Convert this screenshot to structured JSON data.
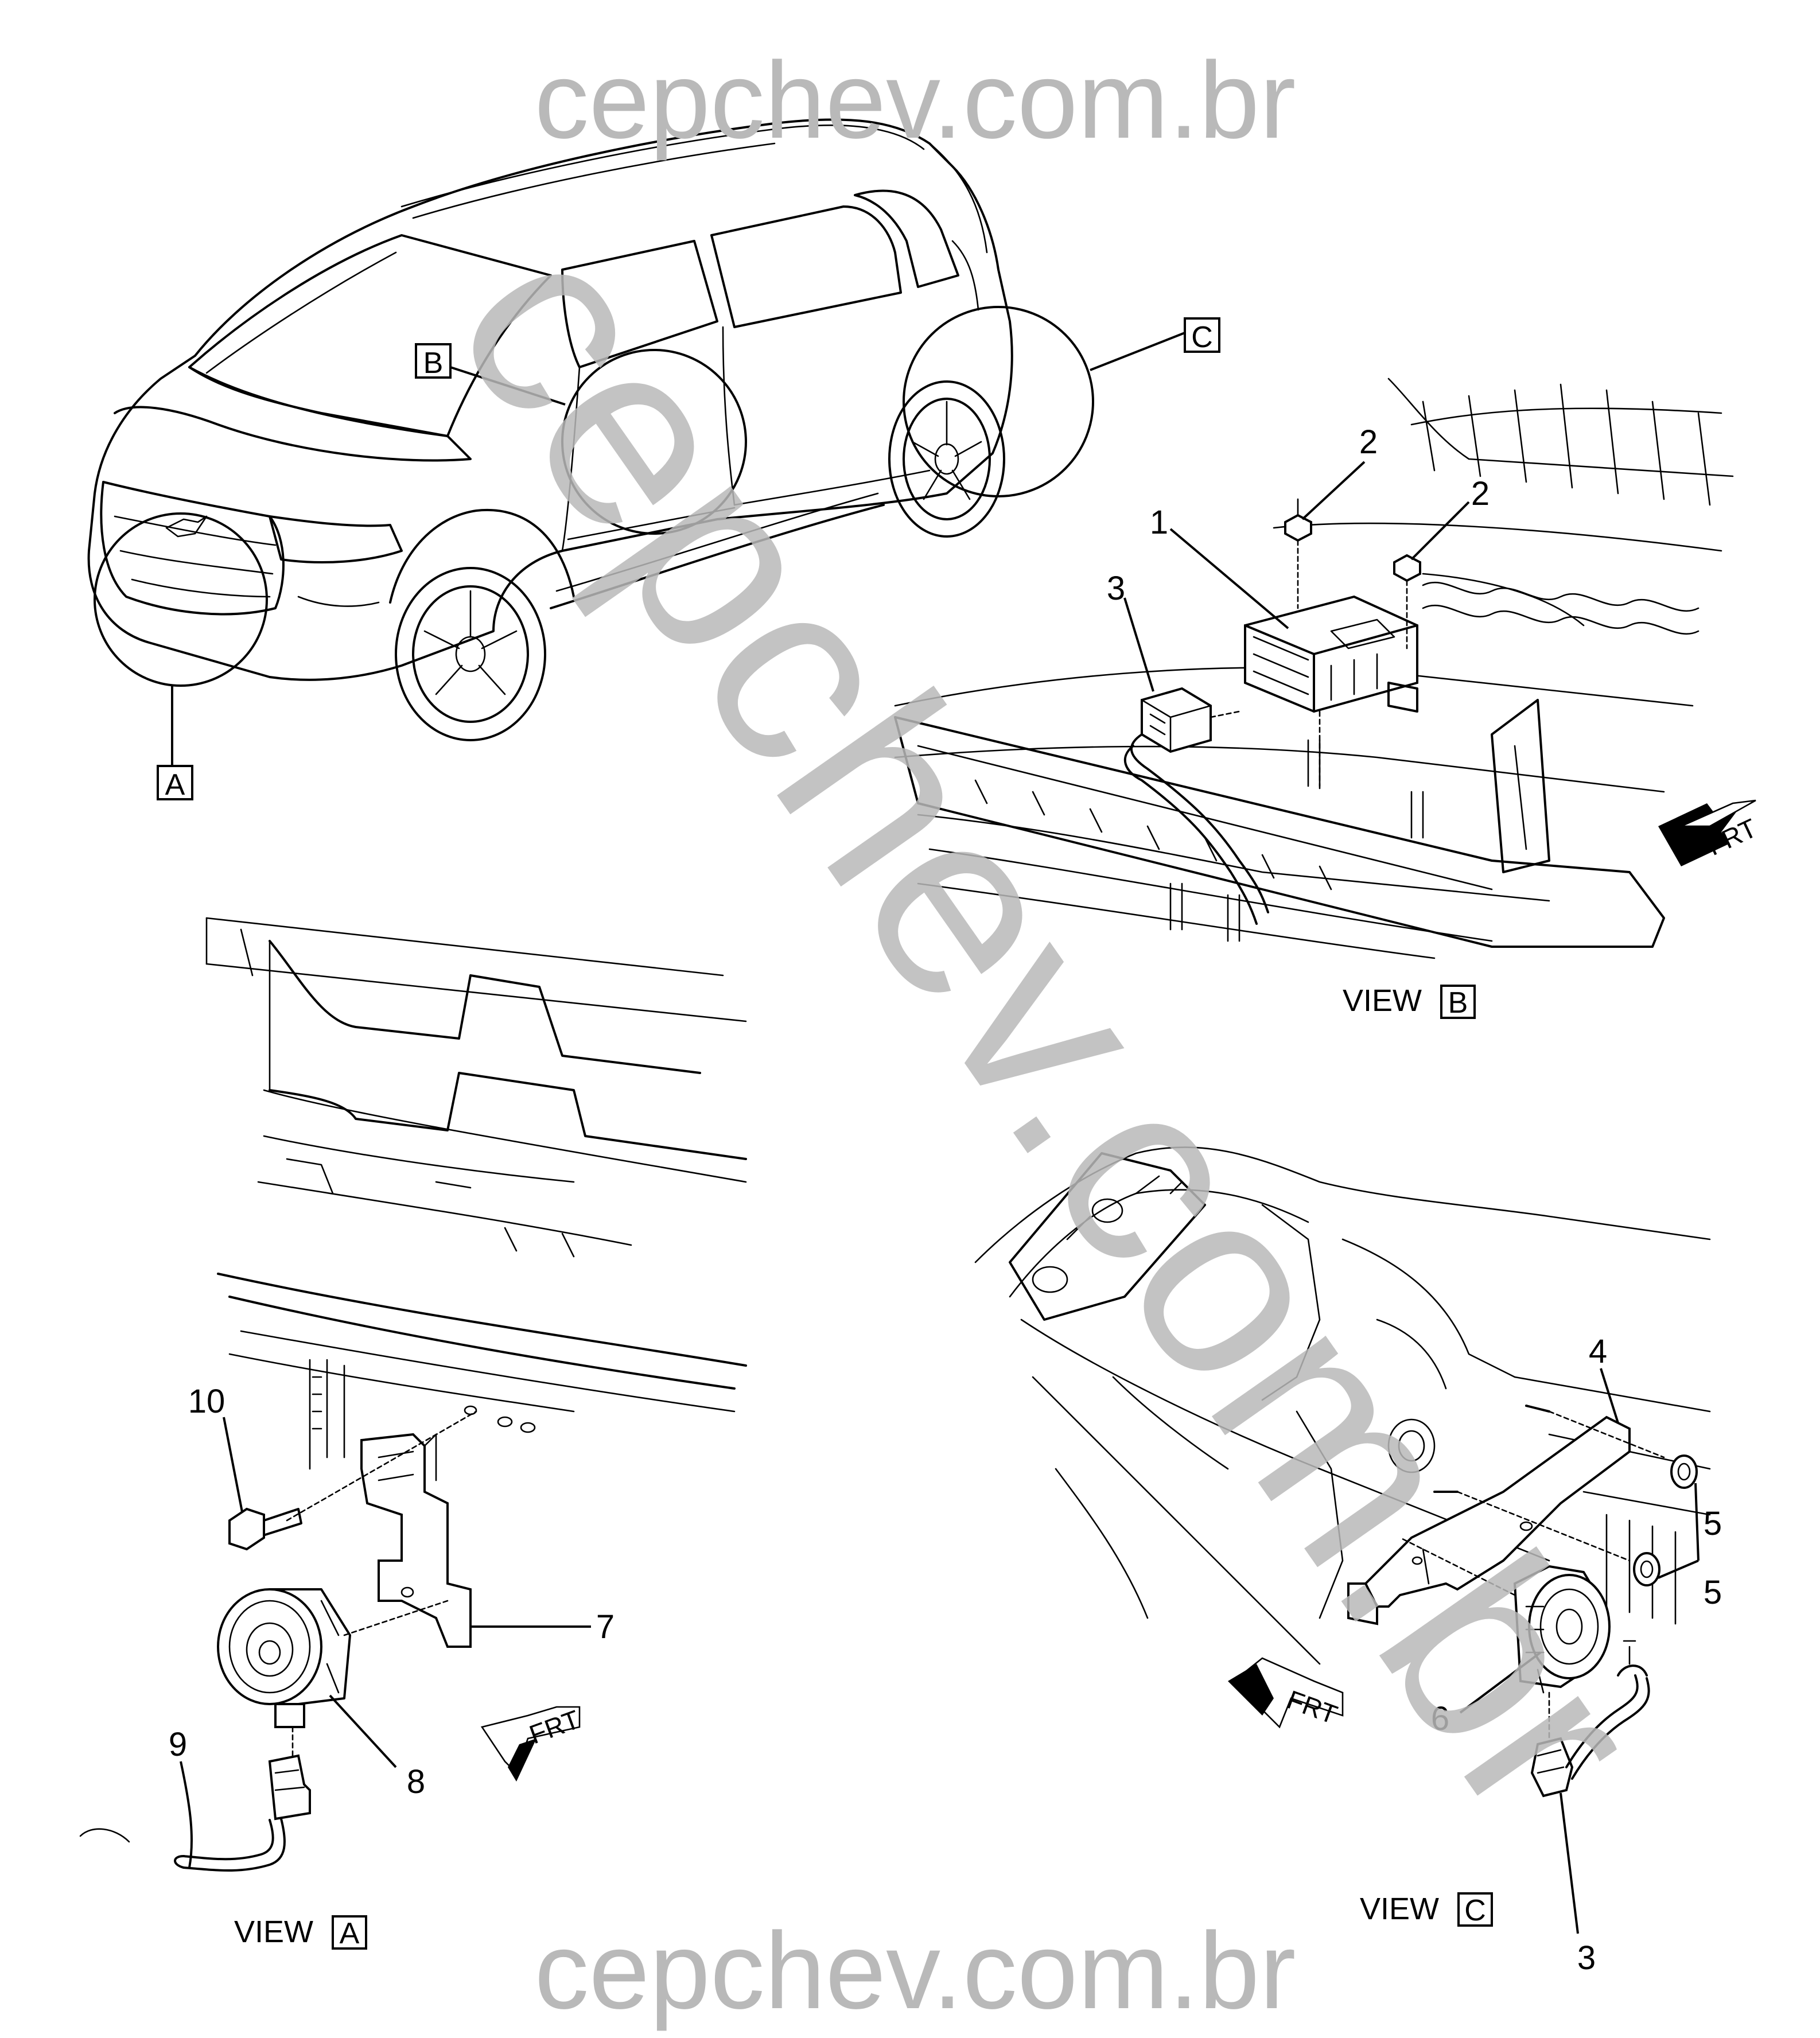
{
  "watermarks": {
    "top": "cepchev.com.br",
    "diagonal": "cepchev.com.br",
    "bottom": "cepchev.com.br"
  },
  "detail_letters": {
    "a": "A",
    "b": "B",
    "c": "C"
  },
  "views": {
    "a": {
      "prefix": "VIEW",
      "letter": "A"
    },
    "b": {
      "prefix": "VIEW",
      "letter": "B"
    },
    "c": {
      "prefix": "VIEW",
      "letter": "C"
    }
  },
  "callouts": {
    "view_b": [
      "1",
      "2",
      "2",
      "3"
    ],
    "view_a": [
      "7",
      "8",
      "9",
      "10"
    ],
    "view_c": [
      "3",
      "4",
      "5",
      "5",
      "6"
    ]
  },
  "frt_label": "FRT"
}
